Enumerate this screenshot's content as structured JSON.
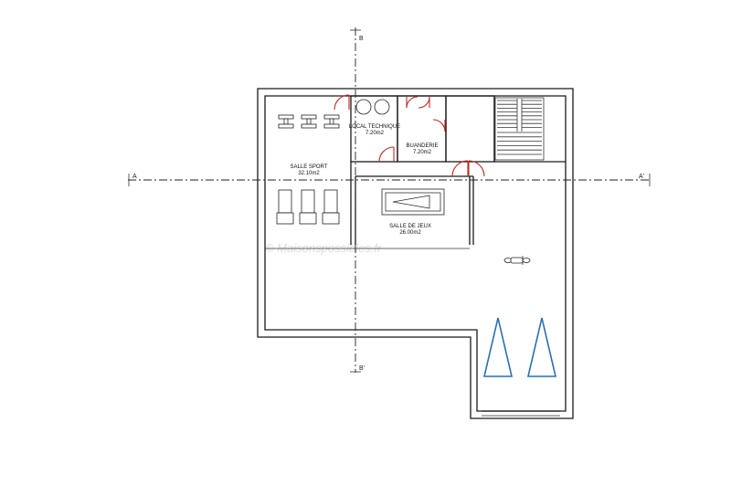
{
  "axes": {
    "horizontal_left": "A",
    "horizontal_right": "A'",
    "vertical_top": "B",
    "vertical_bottom": "B'"
  },
  "rooms": {
    "salle_sport": {
      "name": "SALLE SPORT",
      "area": "32.10m2"
    },
    "local_technique": {
      "name": "LOCAL TECHNIQUE",
      "area": "7.20m2"
    },
    "buanderie": {
      "name": "BUANDERIE",
      "area": "7.20m2"
    },
    "salle_de_jeux": {
      "name": "SALLE DE JEUX",
      "area": "26.00m2"
    }
  },
  "watermark": "© Maisonspossibles.fr",
  "colors": {
    "walls": "#1a1a1a",
    "doors": "#c0281e",
    "parking_markers": "#2a6fb0"
  }
}
